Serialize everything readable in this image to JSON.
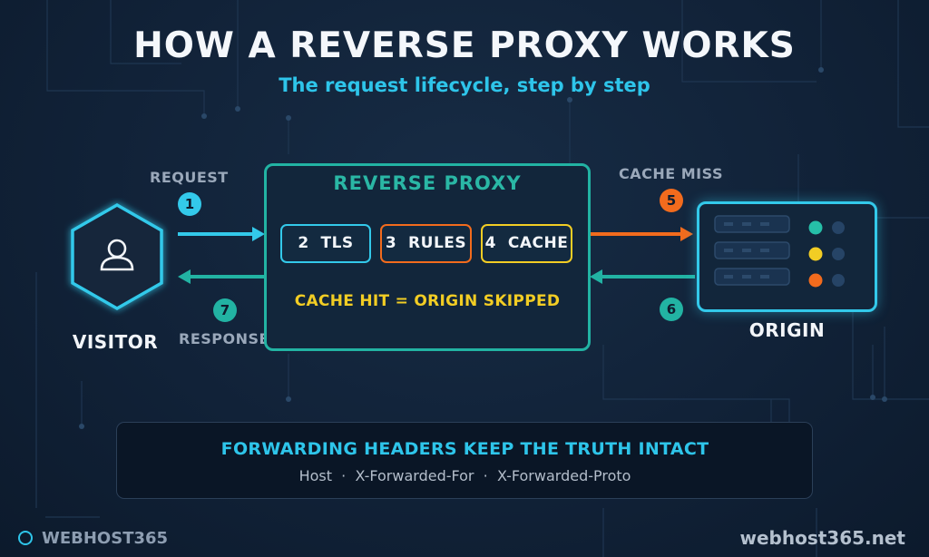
{
  "title": "HOW A REVERSE PROXY WORKS",
  "subtitle": "The request lifecycle, step by step",
  "visitor": {
    "label": "VISITOR",
    "icon": "user-icon"
  },
  "request": {
    "label": "REQUEST",
    "step": "1"
  },
  "response": {
    "label": "RESPONSE",
    "step": "7"
  },
  "proxy": {
    "title": "REVERSE PROXY",
    "steps": [
      {
        "num": "2",
        "label": "TLS",
        "color": "#33c9ea"
      },
      {
        "num": "3",
        "label": "RULES",
        "color": "#f26b1d"
      },
      {
        "num": "4",
        "label": "CACHE",
        "color": "#f2cd24"
      }
    ],
    "cache_hit": "CACHE HIT = ORIGIN SKIPPED"
  },
  "cache_miss": {
    "label": "CACHE MISS",
    "step": "5"
  },
  "origin_return": {
    "step": "6"
  },
  "origin": {
    "label": "ORIGIN",
    "icon": "server-rack-icon",
    "status_colors": [
      "#26bfa8",
      "#f2cd24",
      "#f26b1d"
    ]
  },
  "headers": {
    "title": "FORWARDING HEADERS KEEP THE TRUTH INTACT",
    "items": [
      "Host",
      "X-Forwarded-For",
      "X-Forwarded-Proto"
    ],
    "separator": "·"
  },
  "brand": {
    "name": "WEBHOST365",
    "url": "webhost365.net"
  },
  "colors": {
    "cyan": "#33c9ea",
    "teal": "#22b3a3",
    "orange": "#f26b1d",
    "yellow": "#f2cd24"
  }
}
